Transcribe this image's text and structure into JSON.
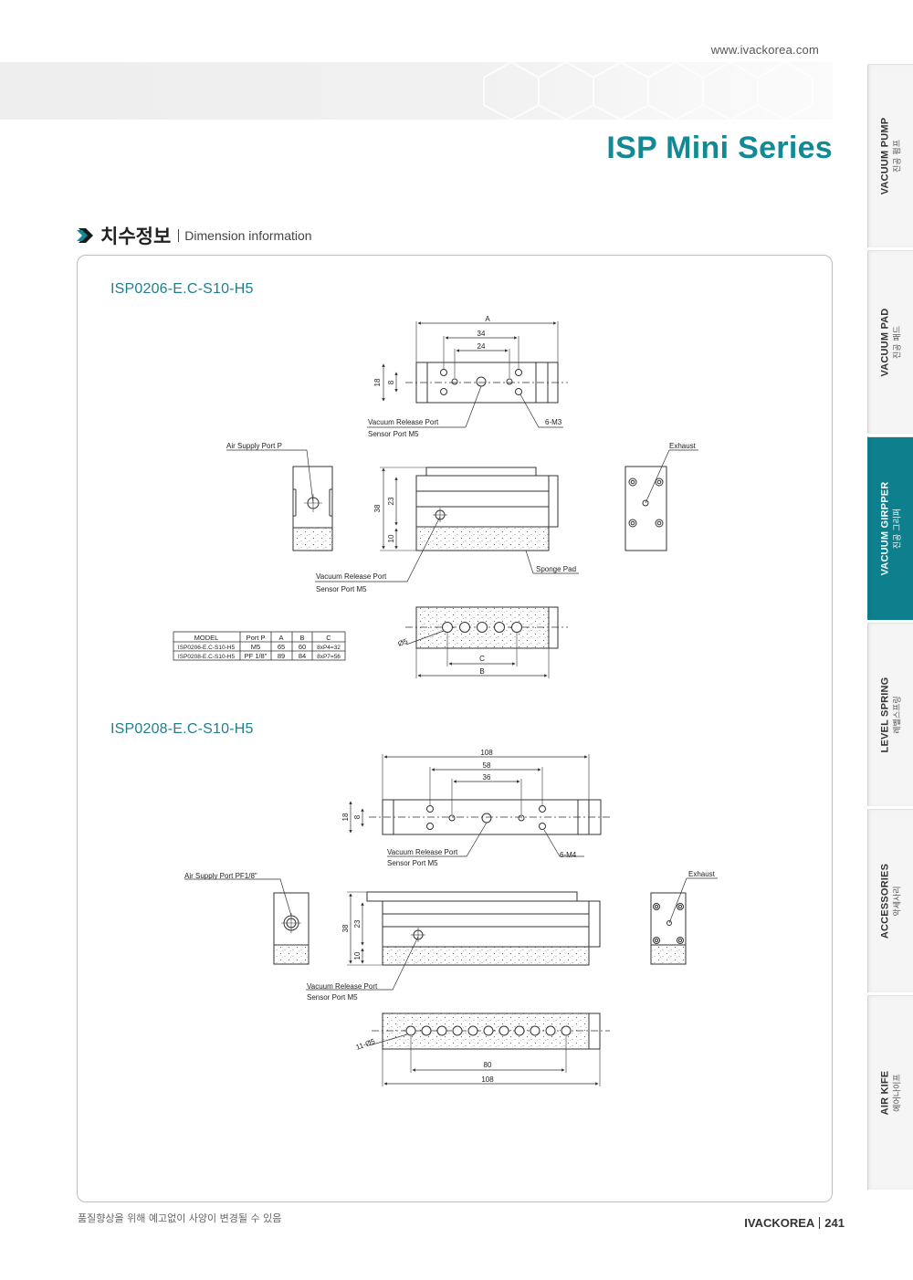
{
  "header": {
    "website": "www.ivackorea.com",
    "series_title": "ISP Mini Series"
  },
  "section": {
    "title_ko": "치수정보",
    "title_en": "Dimension information"
  },
  "models": [
    {
      "name": "ISP0206-E.C-S10-H5",
      "labels": {
        "dim_a": "A",
        "dim_34": "34",
        "dim_24": "24",
        "dim_18": "18",
        "dim_8": "8",
        "vacuum_release": "Vacuum Release Port",
        "sensor_port": "Sensor Port M5",
        "thread": "6-M3",
        "air_supply": "Air Supply Port P",
        "exhaust": "Exhaust",
        "dim_38": "38",
        "dim_23": "23",
        "dim_10": "10",
        "vacuum_release_2": "Vacuum Release Port",
        "sensor_port_2": "Sensor Port M5",
        "sponge_pad": "Sponge Pad",
        "hole": "Ø5",
        "dim_c": "C",
        "dim_b": "B"
      },
      "table": {
        "headers": [
          "MODEL",
          "Port P",
          "A",
          "B",
          "C"
        ],
        "rows": [
          [
            "ISP0206-E.C-S10-H5",
            "M5",
            "65",
            "60",
            "8xP4=32"
          ],
          [
            "ISP0208-E.C-S10-H5",
            "PF 1/8\"",
            "89",
            "84",
            "8xP7=56"
          ]
        ]
      }
    },
    {
      "name": "ISP0208-E.C-S10-H5",
      "labels": {
        "dim_108": "108",
        "dim_58": "58",
        "dim_36": "36",
        "dim_18": "18",
        "dim_8": "8",
        "vacuum_release": "Vacuum Release Port",
        "sensor_port": "Sensor Port M5",
        "thread": "6-M4",
        "air_supply": "Air Supply Port PF1/8\"",
        "exhaust": "Exhaust",
        "dim_38": "38",
        "dim_23": "23",
        "dim_10": "10",
        "vacuum_release_2": "Vacuum Release Port",
        "sensor_port_2": "Sensor Port M5",
        "hole": "11-Ø5",
        "dim_80": "80",
        "dim_108_b": "108"
      }
    }
  ],
  "side_tabs": [
    {
      "en": "VACUUM PUMP",
      "ko": "진공 펌프",
      "active": false
    },
    {
      "en": "VACUUM PAD",
      "ko": "진공 패드",
      "active": false
    },
    {
      "en": "VACUUM GIRPPER",
      "ko": "진공 그리퍼",
      "active": true
    },
    {
      "en": "LEVEL SPRING",
      "ko": "레벨스프링",
      "active": false
    },
    {
      "en": "ACCESSORIES",
      "ko": "악세사리",
      "active": false
    },
    {
      "en": "AIR KIFE",
      "ko": "에어나이프",
      "active": false
    }
  ],
  "footer": {
    "note": "품질향상을 위해 예고없이 사양이 변경될 수 있음",
    "brand": "IVACKOREA",
    "page": "241"
  },
  "colors": {
    "accent": "#118a96",
    "active_tab": "#0d7f8d"
  }
}
